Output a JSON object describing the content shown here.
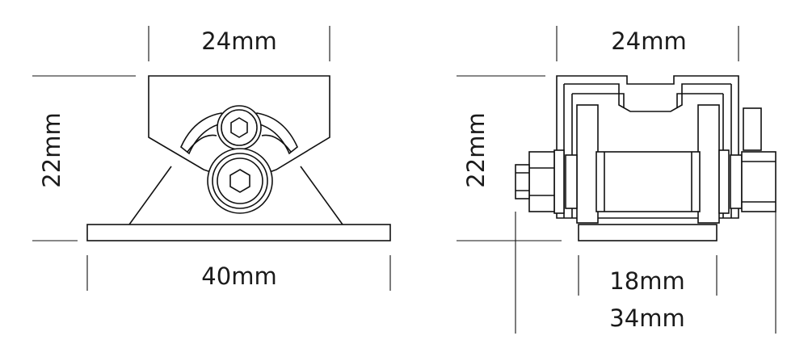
{
  "front_view": {
    "top_width": "24mm",
    "height": "22mm",
    "base_width": "40mm"
  },
  "side_view": {
    "top_width": "24mm",
    "height": "22mm",
    "inner_width": "18mm",
    "overall_width": "34mm"
  }
}
